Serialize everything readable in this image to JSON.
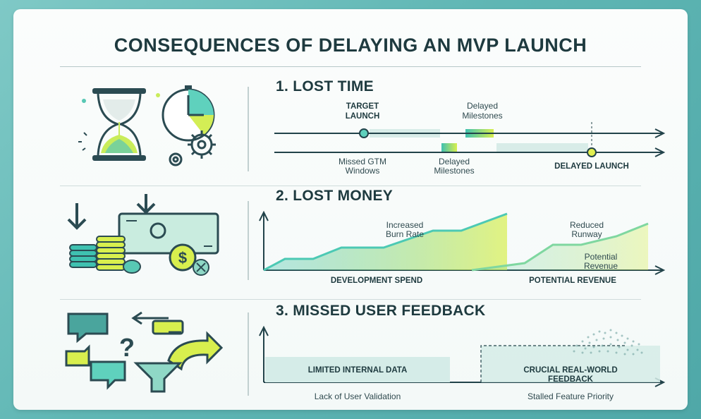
{
  "title": "CONSEQUENCES OF DELAYING AN MVP LAUNCH",
  "sections": [
    {
      "title": "1. LOST TIME",
      "labels": {
        "target_launch_1": "TARGET",
        "target_launch_2": "LAUNCH",
        "delayed_milestones_top_1": "Delayed",
        "delayed_milestones_top_2": "Milestones",
        "missed_gtm_1": "Missed GTM",
        "missed_gtm_2": "Windows",
        "delayed_milestones_bottom_1": "Delayed",
        "delayed_milestones_bottom_2": "Milestones",
        "delayed_launch": "DELAYED LAUNCH"
      }
    },
    {
      "title": "2. LOST MONEY",
      "labels": {
        "burn_1": "Increased",
        "burn_2": "Burn Rate",
        "runway_1": "Reduced",
        "runway_2": "Runway",
        "potrev_1": "Potential",
        "potrev_2": "Revenue",
        "dev_spend": "DEVELOPMENT SPEND",
        "potential_revenue": "POTENTIAL REVENUE"
      }
    },
    {
      "title": "3. MISSED USER FEEDBACK",
      "labels": {
        "limited": "LIMITED INTERNAL DATA",
        "crucial_1": "CRUCIAL REAL-WORLD",
        "crucial_2": "FEEDBACK",
        "lack": "Lack of User Validation",
        "stalled": "Stalled Feature Priority"
      }
    }
  ],
  "colors": {
    "teal": "#3fc1b0",
    "lime": "#d8ef4e",
    "dark": "#1e3a3f",
    "line": "#22434a"
  },
  "icons": [
    "hourglass-icon",
    "clock-icon",
    "gear-icon",
    "down-arrow-icon",
    "coins-icon",
    "banknote-icon",
    "dollar-x-icon",
    "chat-bubble-icon",
    "question-mark-icon",
    "funnel-icon",
    "curved-arrow-icon",
    "cloud-icon"
  ]
}
